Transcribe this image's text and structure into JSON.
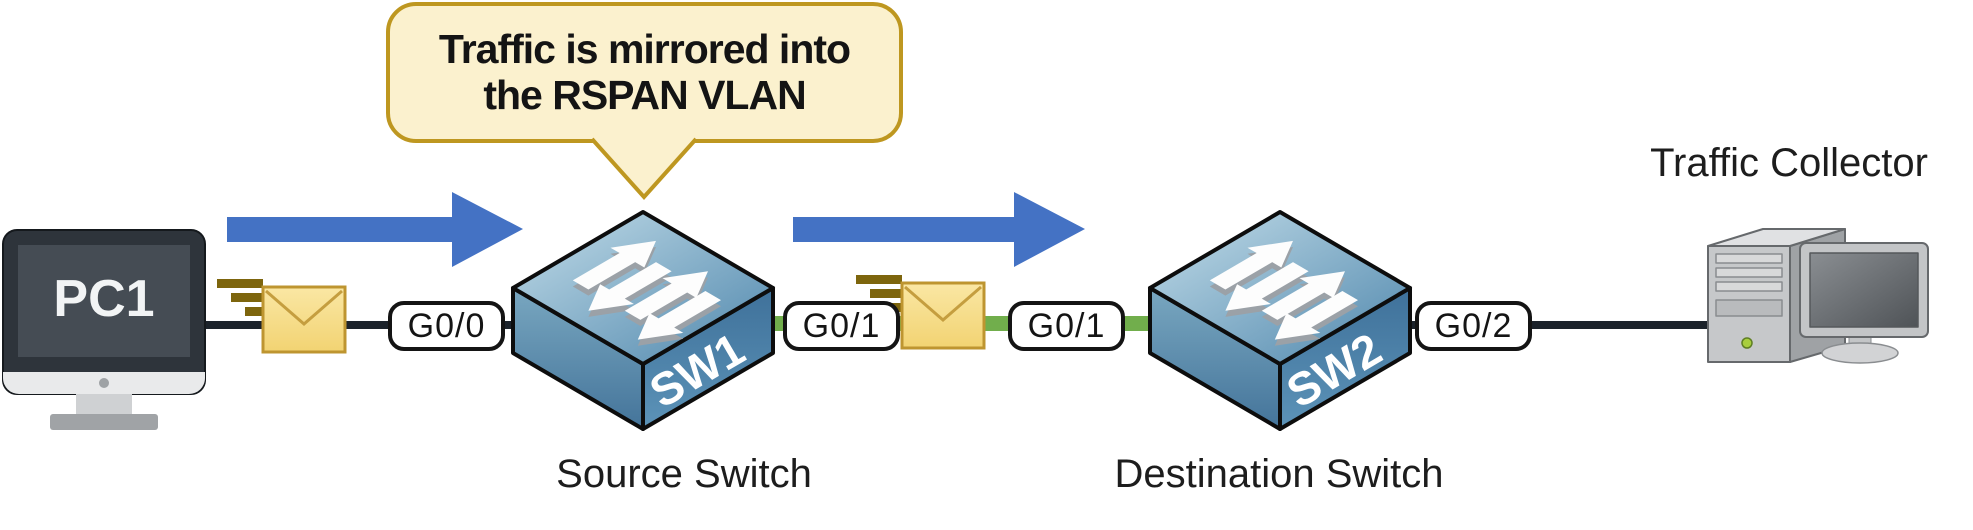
{
  "callout": {
    "line1": "Traffic is mirrored into",
    "line2": "the RSPAN VLAN"
  },
  "nodes": {
    "pc1": {
      "label": "PC1"
    },
    "sw1": {
      "label": "SW1",
      "caption": "Source Switch"
    },
    "sw2": {
      "label": "SW2",
      "caption": "Destination Switch"
    },
    "collector": {
      "caption": "Traffic Collector"
    }
  },
  "ports": [
    {
      "label": "G0/0"
    },
    {
      "label": "G0/1"
    },
    {
      "label": "G0/1"
    },
    {
      "label": "G0/2"
    }
  ],
  "colors": {
    "arrow": "#4472C4",
    "rspan_link": "#71AE4C",
    "link": "#1C232B",
    "callout_bg": "#FBF1CE",
    "callout_border": "#BE9720",
    "envelope": "#F6DC88",
    "envelope_border": "#BE9530",
    "speed_lines": "#7D650D",
    "switch_blue": "#4E86AC"
  }
}
